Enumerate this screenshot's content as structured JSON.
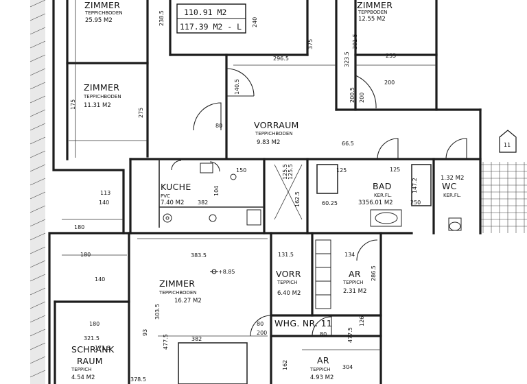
{
  "area_box": {
    "line1": "110.91 M2",
    "line2": "117.39 M2 - L"
  },
  "rooms": {
    "zimmer_top_left": {
      "name": "ZIMMER",
      "floor": "TEPPICHBODEN",
      "area": "25.95 M2"
    },
    "zimmer_top_right": {
      "name": "ZIMMER",
      "floor": "TEPPBODEN",
      "area": "12.55 M2"
    },
    "zimmer_left": {
      "name": "ZIMMER",
      "floor": "TEPPICHBODEN",
      "area": "11.31 M2"
    },
    "vorraum": {
      "name": "VORRAUM",
      "floor": "TEPPICHBODEN",
      "area": "9.83 M2"
    },
    "kuche": {
      "name": "KUCHE",
      "floor": "PVC",
      "area": "7.40 M2"
    },
    "bad": {
      "name": "BAD",
      "floor": "KER.FL.",
      "area": "3356.01 M2"
    },
    "wc": {
      "name": "WC",
      "floor": "KER.FL.",
      "area": "1.32 M2"
    },
    "zimmer_center": {
      "name": "ZIMMER",
      "floor": "TEPPICHBODEN",
      "area": "16.27 M2"
    },
    "vorr": {
      "name": "VORR",
      "floor": "TEPPICH",
      "area": "6.40 M2"
    },
    "ar_right": {
      "name": "AR",
      "floor": "TEPPICH",
      "area": "2.31 M2"
    },
    "schrank": {
      "name": "SCHRANK",
      "name2": "RAUM",
      "floor": "TEPPICH",
      "area": "4.54 M2"
    },
    "ar_bottom": {
      "name": "AR",
      "floor": "TEPPICH",
      "area": "4.93 M2"
    }
  },
  "unit_label": "WHG. NR. 11",
  "stair_number": "11",
  "elevation": "+8.85",
  "dimensions": {
    "d_238": "238.5",
    "d_240": "240",
    "d_375": "375",
    "d_2965": "296.5",
    "d_255": "255",
    "d_200a": "200",
    "d_275": "275",
    "d_175": "175",
    "d_80a": "80",
    "d_2005": "200.5",
    "d_200b": "200",
    "d_665": "66.5",
    "d_125a": "125",
    "d_125b": "125",
    "d_150": "150",
    "d_113": "113",
    "d_140a": "140",
    "d_382a": "382",
    "d_180a": "180",
    "d_180b": "180",
    "d_140b": "140",
    "d_3835": "383.5",
    "d_250": "250",
    "d_6025": "60.25",
    "d_1472": "147.2",
    "d_1255": "125.5",
    "d_104": "104",
    "d_4775": "477.5",
    "d_3035": "303.5",
    "d_93": "93",
    "d_382b": "382",
    "d_80b": "80",
    "d_200c": "200",
    "d_80c": "80",
    "d_304": "304",
    "d_180c": "180",
    "d_3215": "321.5",
    "d_1715": "171.5",
    "d_3785": "378.5",
    "d_162": "162",
    "d_134": "134",
    "d_1315": "131.5",
    "d_126": "126",
    "d_4775b": "477.5",
    "d_2865": "286.5",
    "d_1625": "162.5",
    "d_1405": "140.5",
    "d_3235": "323.5",
    "d_1255b": "125.5",
    "d_3015": "301.5"
  }
}
